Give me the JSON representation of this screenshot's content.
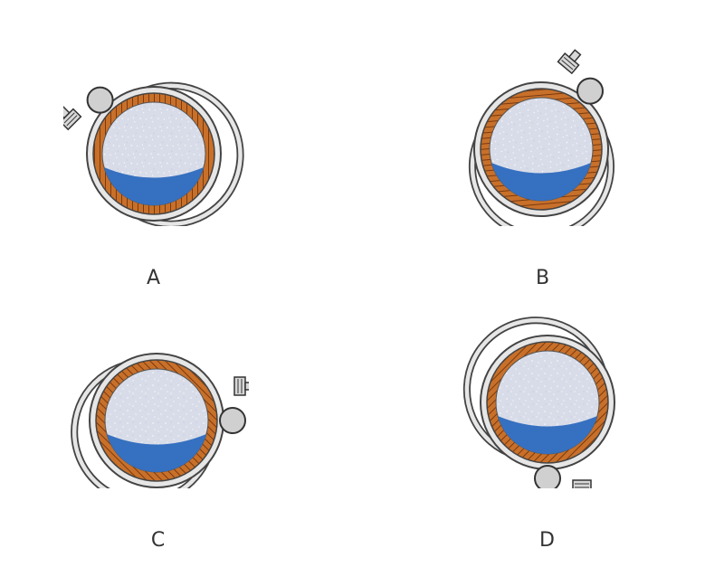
{
  "figure": {
    "panels": [
      {
        "label": "A"
      },
      {
        "label": "B"
      },
      {
        "label": "C"
      },
      {
        "label": "D"
      }
    ]
  },
  "colors": {
    "pipe_wall": "#c8702a",
    "pipe_hatch": "#7a3a10",
    "pipe_interior": "#d8dce8",
    "liquid": "#3670c0",
    "strap": "#9a9a9a",
    "strap_outline": "#444444",
    "sensor": "#d0d0d0"
  }
}
